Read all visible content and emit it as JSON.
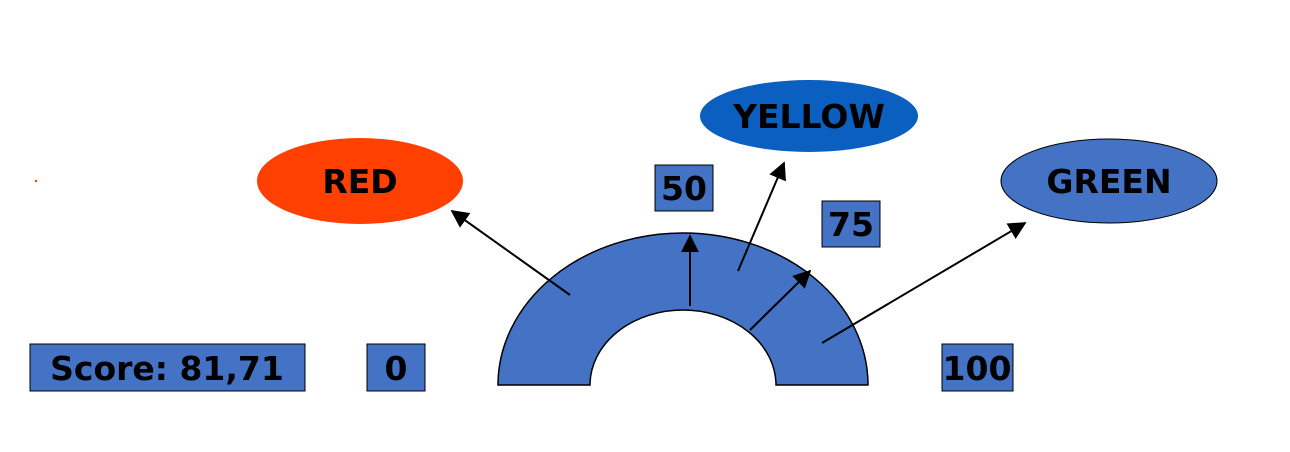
{
  "score": {
    "label": "Score: 81,71"
  },
  "scale": {
    "min": "0",
    "mid": "50",
    "upper": "75",
    "max": "100"
  },
  "zones": [
    {
      "label": "RED",
      "color": "#ff4000"
    },
    {
      "label": "YELLOW",
      "color": "#0a5fc0"
    },
    {
      "label": "GREEN",
      "color": "#4472c4"
    }
  ],
  "colors": {
    "gauge": "#4472c4",
    "box": "#4472c4",
    "outline": "#000000"
  }
}
